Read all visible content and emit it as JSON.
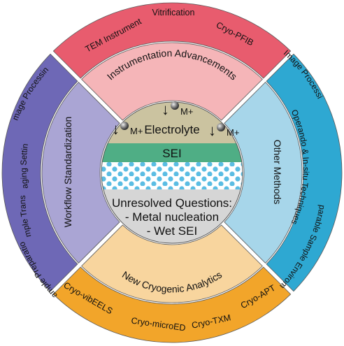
{
  "quadrants": {
    "top": {
      "title": "Instrumentation Advancements",
      "items": [
        "TEM Instrument",
        "Vitrification",
        "Cryo-PFIB"
      ],
      "outer_color": "#e85c6e",
      "inner_color": "#f5b5b8"
    },
    "right": {
      "title": "Other Methods",
      "items": [
        "AI Image Processing",
        "Operando & In-situ Techniques",
        "Comparable Sample Enviroment"
      ],
      "outer_color": "#2ea8d2",
      "inner_color": "#a7d6ea"
    },
    "bottom": {
      "title": "New Cryogenic Analytics",
      "items": [
        "Cryo-vibEELS",
        "Cryo-microED",
        "Cryo-TXM",
        "Cryo-APT"
      ],
      "outer_color": "#f2a52a",
      "inner_color": "#f8d59e"
    },
    "left": {
      "title": "Workflow Standardization",
      "items": [
        "Image Processing",
        "Imaging Settings",
        "Sample Transfer",
        "Sample Preparation"
      ],
      "outer_color": "#6e68b6",
      "inner_color": "#aaa5d4"
    }
  },
  "center": {
    "electrolyte_label": "Electrolyte",
    "ion_label": "M+",
    "sei_label": "SEI",
    "questions_title": "Unresolved Questions:",
    "questions": [
      "- Metal nucleation",
      "- Wet SEI"
    ],
    "electrolyte_color": "#cbc3a0",
    "sei_color": "#4fae85",
    "porous_color": "#5bbde3",
    "question_color": "#d6d6d6"
  }
}
